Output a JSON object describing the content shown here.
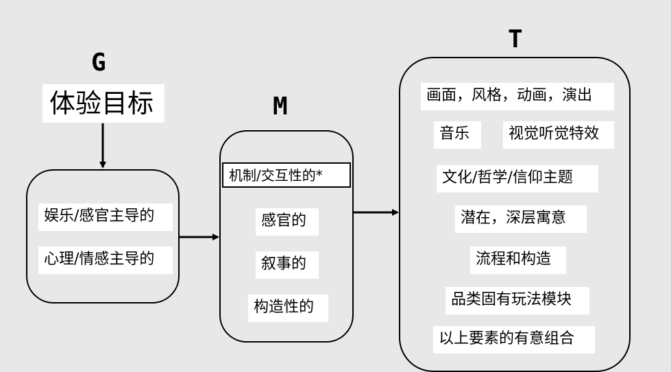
{
  "g": {
    "letter": "G",
    "goal": "体验目标",
    "items": [
      "娱乐/感官主导的",
      "心理/情感主导的"
    ]
  },
  "m": {
    "letter": "M",
    "items": [
      "机制/交互性的*",
      "感官的",
      "叙事的",
      "构造性的"
    ]
  },
  "t": {
    "letter": "T",
    "items": [
      "画面，风格，动画，演出",
      "音乐",
      "视觉听觉特效",
      "文化/哲学/信仰主题",
      "潜在，深层寓意",
      "流程和构造",
      "品类固有玩法模块",
      "以上要素的有意组合"
    ]
  }
}
